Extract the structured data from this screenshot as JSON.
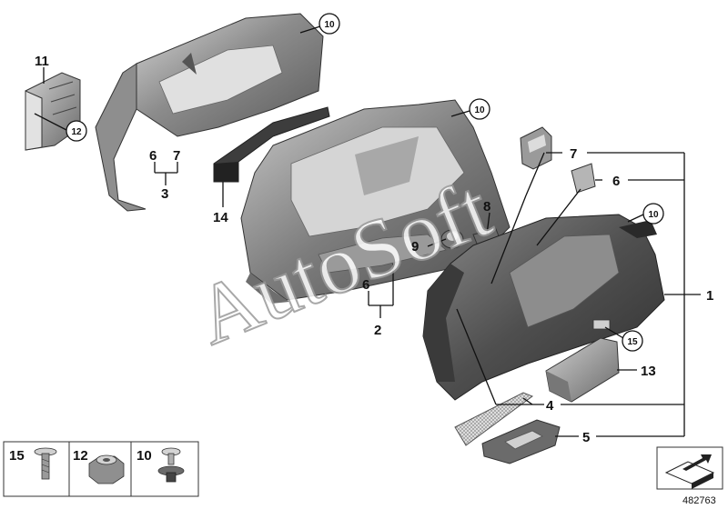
{
  "callouts": {
    "c1": "1",
    "c2": "2",
    "c3": "3",
    "c4": "4",
    "c5": "5",
    "c6a": "6",
    "c6b": "6",
    "c6c": "6",
    "c7a": "7",
    "c7b": "7",
    "c8": "8",
    "c9": "9",
    "c10a": "10",
    "c10b": "10",
    "c10c": "10",
    "c11": "11",
    "c12": "12",
    "c13": "13",
    "c14": "14",
    "c15": "15"
  },
  "legend": {
    "items": [
      {
        "label": "15"
      },
      {
        "label": "12"
      },
      {
        "label": "10"
      }
    ]
  },
  "watermark": "AutoSoft",
  "figure_number": "482763",
  "colors": {
    "panel_dark": "#4a4a4a",
    "panel_mid": "#7a7a7a",
    "panel_light": "#b9b9b9",
    "panel_highlight": "#dcdcdc",
    "line": "#111111"
  }
}
